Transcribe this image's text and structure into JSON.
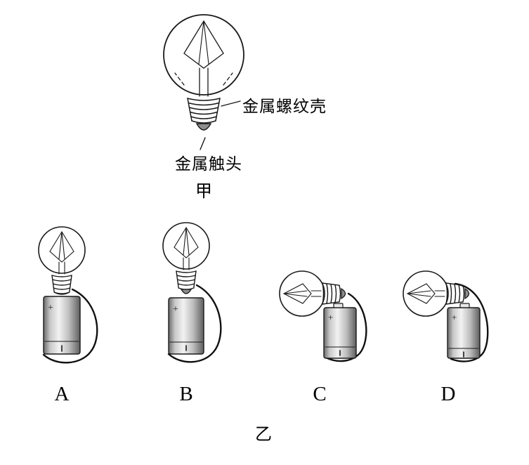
{
  "figure": {
    "labels": {
      "metal_screw_shell": "金属螺纹壳",
      "metal_contact": "金属触头",
      "top_caption": "甲",
      "bottom_caption": "乙",
      "battery_plus": "+"
    },
    "options": [
      {
        "label": "A"
      },
      {
        "label": "B"
      },
      {
        "label": "C"
      },
      {
        "label": "D"
      }
    ]
  }
}
